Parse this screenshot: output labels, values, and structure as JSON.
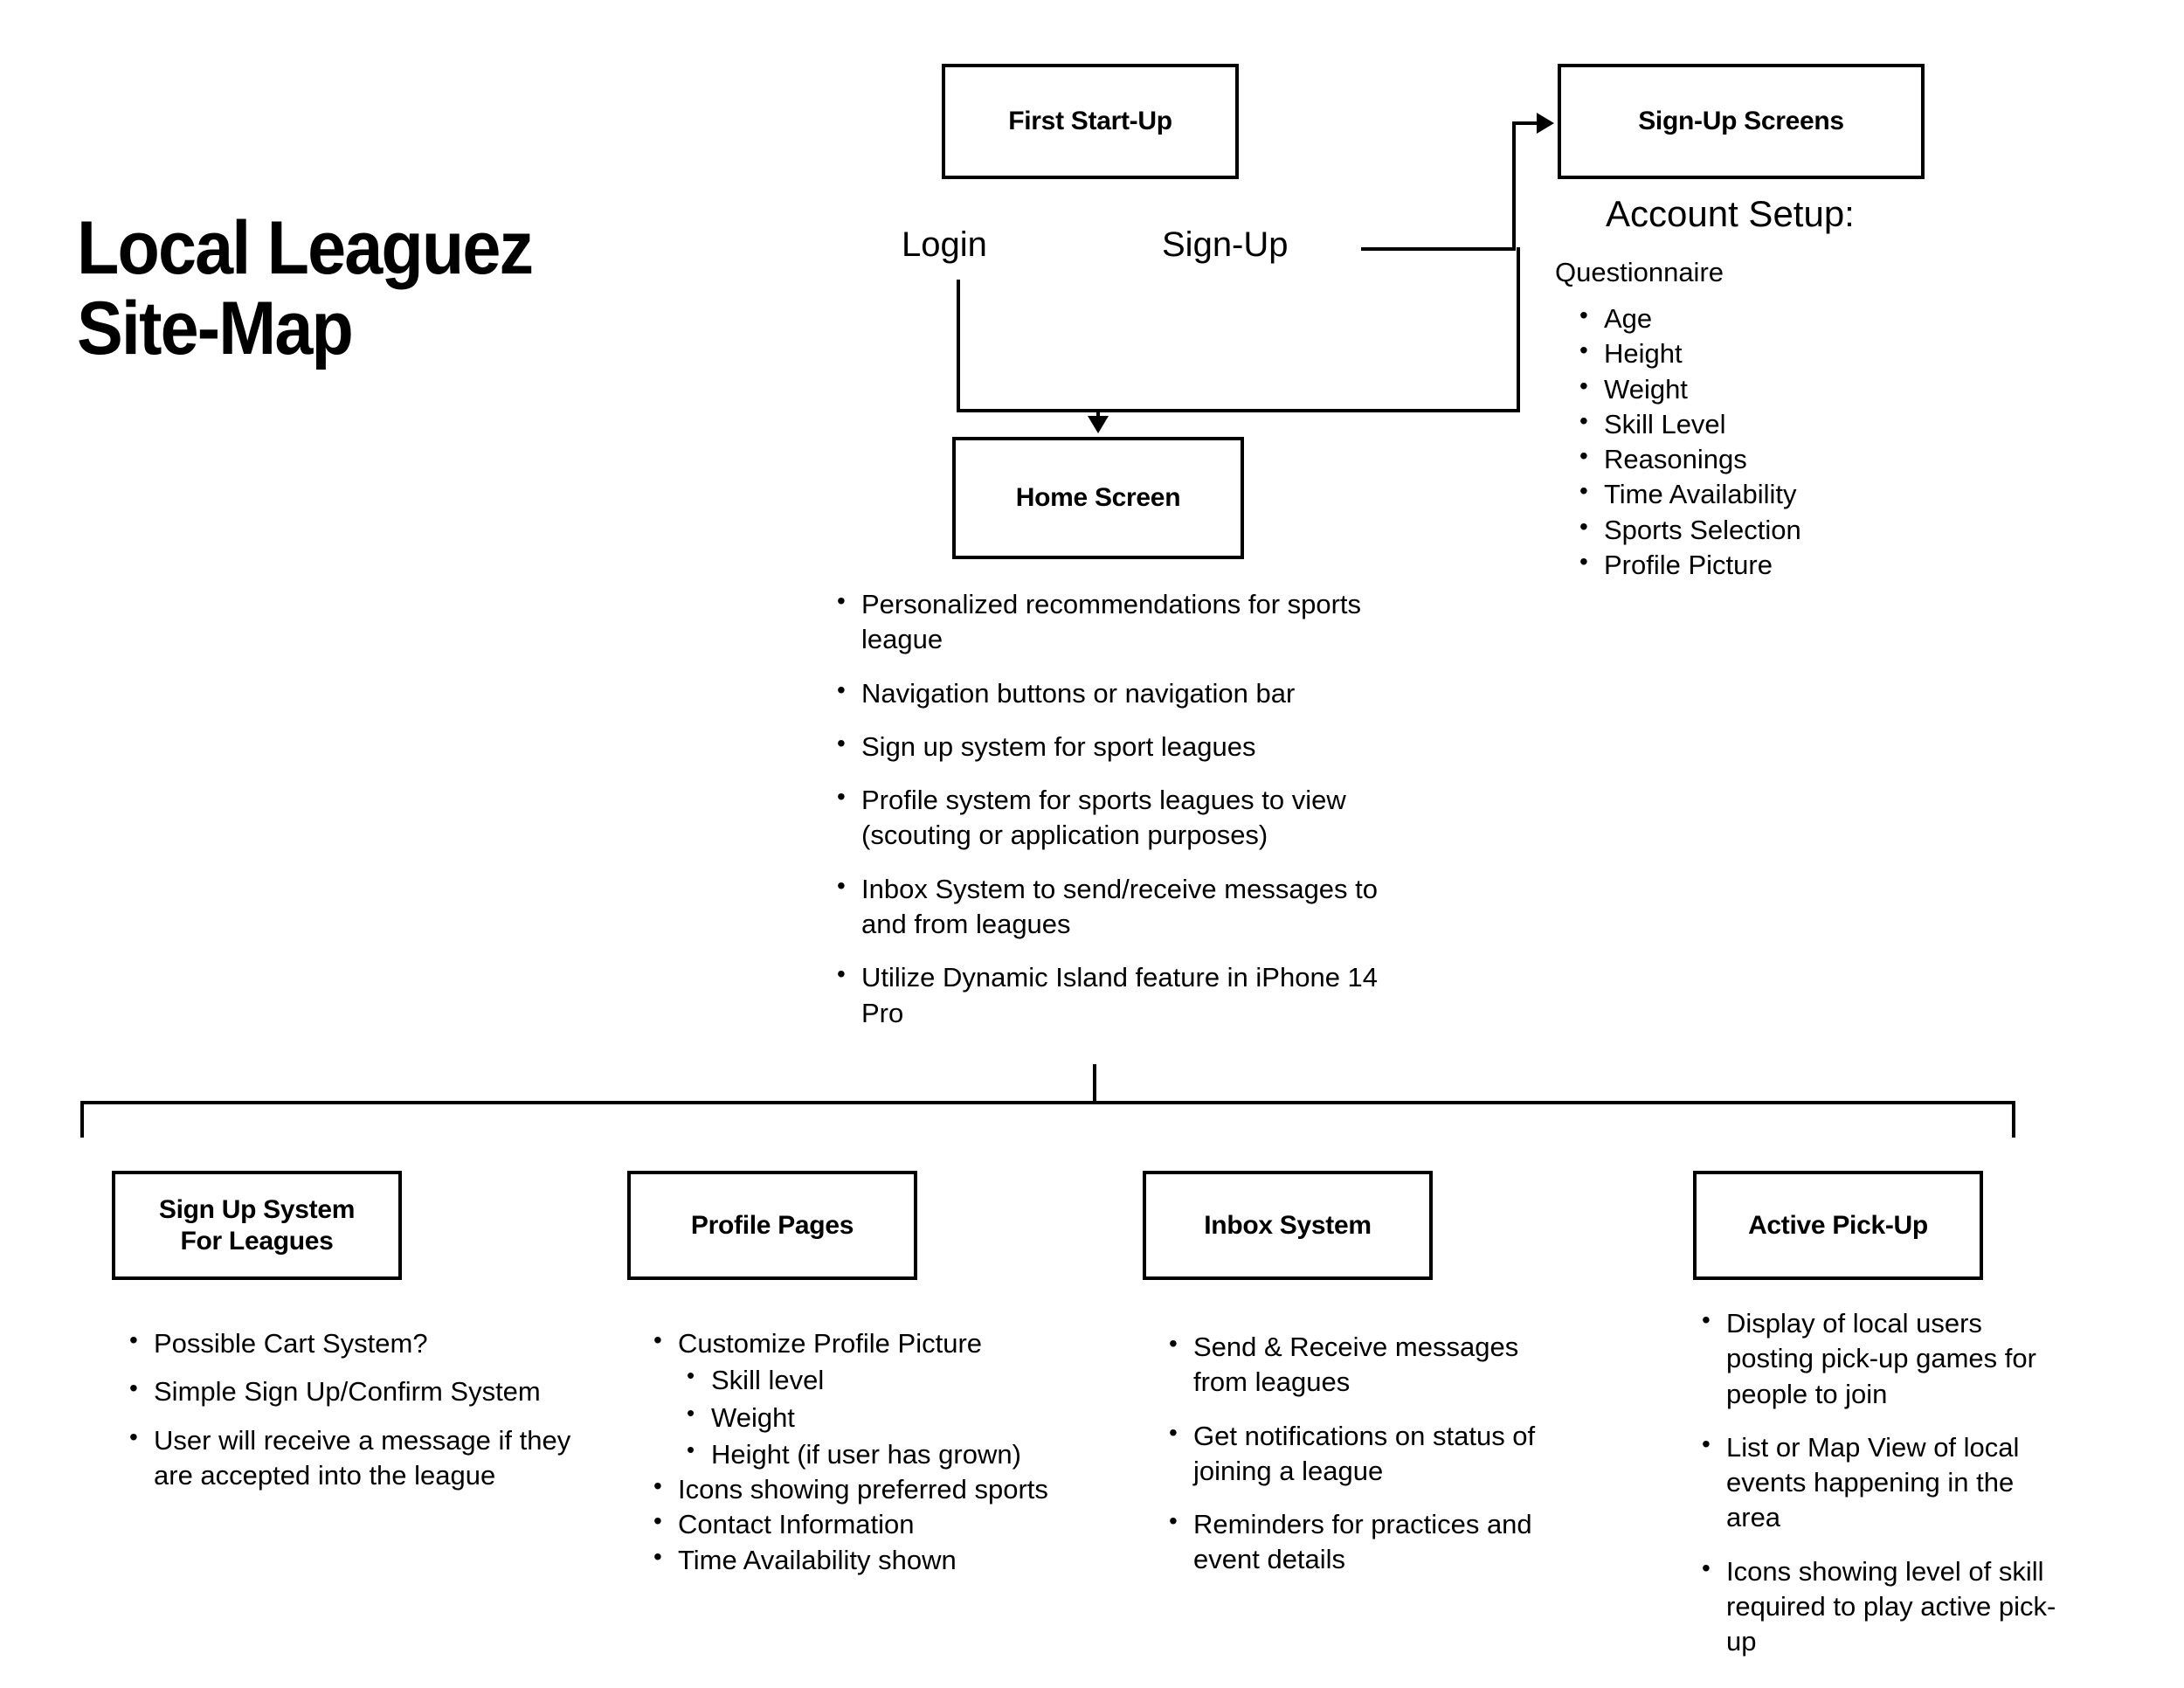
{
  "title": {
    "line1": "Local Leaguez",
    "line2": "Site-Map"
  },
  "nodes": {
    "first_start_up": "First Start-Up",
    "sign_up_screens": "Sign-Up Screens",
    "home_screen": "Home Screen",
    "sign_up_system": "Sign Up System\nFor Leagues",
    "profile_pages": "Profile Pages",
    "inbox_system": "Inbox System",
    "active_pickup": "Active Pick-Up"
  },
  "flow_labels": {
    "login": "Login",
    "signup": "Sign-Up"
  },
  "account_setup": {
    "heading": "Account Setup:",
    "subheading": "Questionnaire",
    "items": [
      "Age",
      "Height",
      "Weight",
      "Skill Level",
      "Reasonings",
      "Time Availability",
      "Sports Selection",
      "Profile Picture"
    ]
  },
  "home_screen_features": [
    "Personalized recommendations for sports league",
    "Navigation buttons or navigation bar",
    "Sign up system for sport leagues",
    "Profile system for sports leagues to view (scouting or application purposes)",
    "Inbox System to send/receive messages to and from leagues",
    "Utilize Dynamic Island feature in iPhone 14 Pro"
  ],
  "sign_up_system_features": [
    "Possible Cart System?",
    "Simple Sign Up/Confirm System",
    "User will receive a message if they are accepted into the league"
  ],
  "profile_pages_features": [
    "Customize Profile Picture",
    "Icons showing preferred sports",
    "Contact Information",
    "Time Availability shown"
  ],
  "profile_pages_sub_features": [
    "Skill level",
    "Weight",
    "Height (if user has grown)"
  ],
  "inbox_system_features": [
    "Send & Receive messages from leagues",
    "Get notifications on status of joining a league",
    "Reminders for practices and event details"
  ],
  "active_pickup_features": [
    "Display of local users posting pick-up games for people to join",
    "List or Map View of local events happening in the area",
    "Icons showing level of skill required to play active pick-up"
  ],
  "colors": {
    "ink": "#000000",
    "paper": "#ffffff"
  }
}
